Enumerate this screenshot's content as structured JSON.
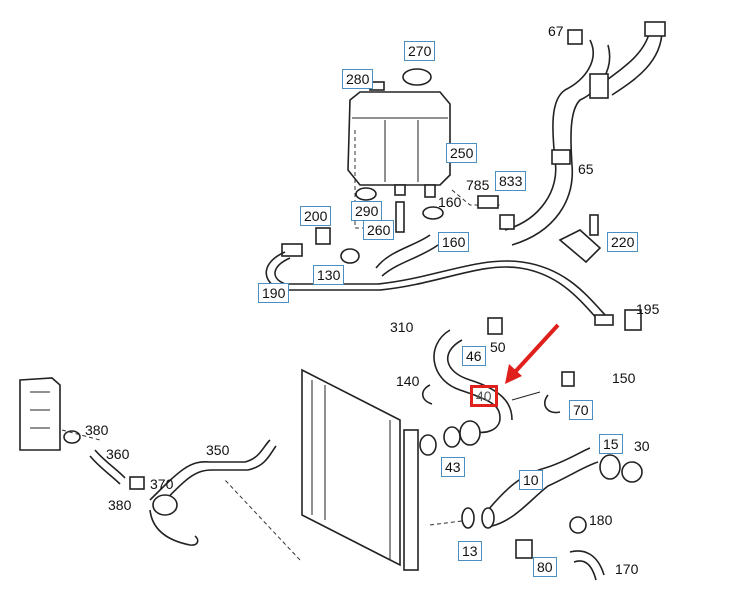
{
  "labels": [
    {
      "id": "67",
      "text": "67",
      "boxed": false
    },
    {
      "id": "270",
      "text": "270",
      "boxed": true
    },
    {
      "id": "280",
      "text": "280",
      "boxed": true
    },
    {
      "id": "250",
      "text": "250",
      "boxed": true
    },
    {
      "id": "65",
      "text": "65",
      "boxed": false
    },
    {
      "id": "785",
      "text": "785",
      "boxed": false
    },
    {
      "id": "833",
      "text": "833",
      "boxed": true
    },
    {
      "id": "200",
      "text": "200",
      "boxed": true
    },
    {
      "id": "290",
      "text": "290",
      "boxed": true
    },
    {
      "id": "160a",
      "text": "160",
      "boxed": false
    },
    {
      "id": "260",
      "text": "260",
      "boxed": true
    },
    {
      "id": "160b",
      "text": "160",
      "boxed": true
    },
    {
      "id": "220",
      "text": "220",
      "boxed": true
    },
    {
      "id": "130",
      "text": "130",
      "boxed": true
    },
    {
      "id": "190",
      "text": "190",
      "boxed": true
    },
    {
      "id": "195",
      "text": "195",
      "boxed": false
    },
    {
      "id": "310",
      "text": "310",
      "boxed": false
    },
    {
      "id": "46",
      "text": "46",
      "boxed": true
    },
    {
      "id": "50",
      "text": "50",
      "boxed": false
    },
    {
      "id": "150",
      "text": "150",
      "boxed": false
    },
    {
      "id": "140",
      "text": "140",
      "boxed": false
    },
    {
      "id": "40",
      "text": "40",
      "boxed": false,
      "highlight": true
    },
    {
      "id": "70",
      "text": "70",
      "boxed": true
    },
    {
      "id": "380a",
      "text": "380",
      "boxed": false
    },
    {
      "id": "360",
      "text": "360",
      "boxed": false
    },
    {
      "id": "350",
      "text": "350",
      "boxed": false
    },
    {
      "id": "370",
      "text": "370",
      "boxed": false
    },
    {
      "id": "380b",
      "text": "380",
      "boxed": false
    },
    {
      "id": "15",
      "text": "15",
      "boxed": true
    },
    {
      "id": "30",
      "text": "30",
      "boxed": false
    },
    {
      "id": "43",
      "text": "43",
      "boxed": true
    },
    {
      "id": "10",
      "text": "10",
      "boxed": true
    },
    {
      "id": "180",
      "text": "180",
      "boxed": false
    },
    {
      "id": "13",
      "text": "13",
      "boxed": true
    },
    {
      "id": "80",
      "text": "80",
      "boxed": true
    },
    {
      "id": "170",
      "text": "170",
      "boxed": false
    }
  ],
  "highlight_color": "#e0201c",
  "label_box_color": "#4a8fbf"
}
